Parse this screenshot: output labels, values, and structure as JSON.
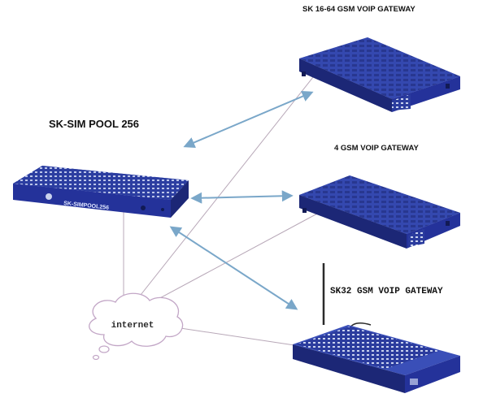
{
  "labels": {
    "gateway_16_64": "SK 16-64 GSM VOIP GATEWAY",
    "sim_pool": "SK-SIM POOL 256",
    "gateway_4": "4 GSM VOIP GATEWAY",
    "gateway_32": "SK32 GSM VOIP GATEWAY",
    "cloud": "internet",
    "sim_pool_faceplate": "SK-SIMPOOL256"
  },
  "colors": {
    "device_blue": "#2b3c9e",
    "device_dark": "#1c2776",
    "arrow": "#7aa7c9",
    "line": "#b8a8b8"
  }
}
